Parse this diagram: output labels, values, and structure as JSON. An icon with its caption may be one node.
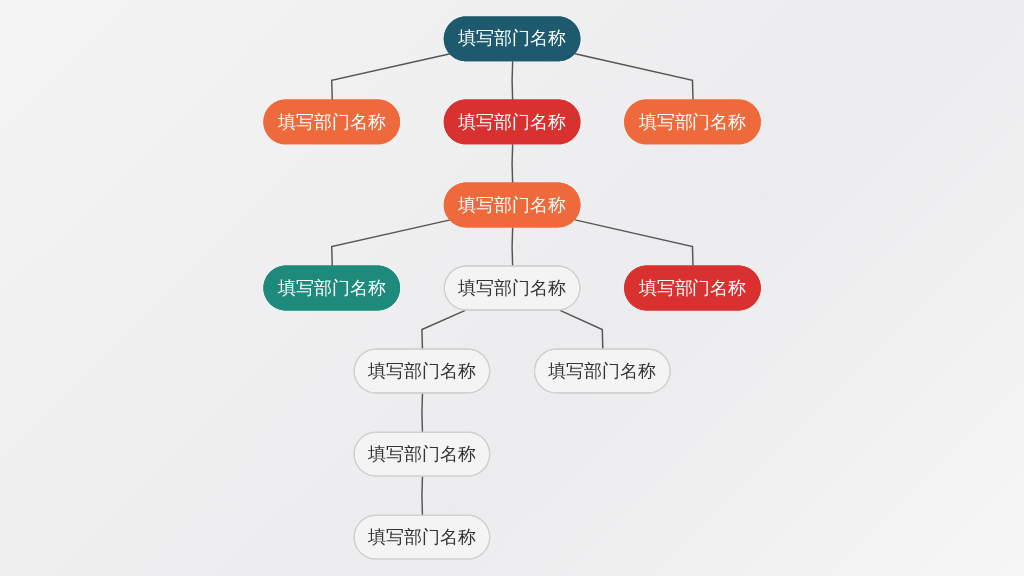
{
  "diagram": {
    "nodes": [
      {
        "text": [
          "填写部门名称"
        ]
      },
      {
        "text": [
          "填写部门名称"
        ]
      },
      {
        "text": [
          "填写部门名称"
        ]
      },
      {
        "text": [
          "填写部门名称"
        ]
      },
      {
        "text": [
          "填写部门名称"
        ]
      },
      {
        "text": [
          "填写部门名称"
        ]
      },
      {
        "text": [
          "填写部门名称"
        ]
      },
      {
        "text": [
          "填写部门名称"
        ]
      },
      {
        "text": [
          "填写部门名称"
        ]
      },
      {
        "text": [
          "填写部门名称"
        ]
      },
      {
        "text": [
          "填写部门名称"
        ]
      },
      {
        "text": [
          "填写部门名称"
        ]
      }
    ],
    "edges": [
      {
        "from": 0,
        "to": 1,
        "arrow": "none"
      },
      {
        "from": 0,
        "to": 2,
        "arrow": "none"
      },
      {
        "from": 0,
        "to": 3,
        "arrow": "none"
      },
      {
        "from": 2,
        "to": 4,
        "arrow": "none"
      },
      {
        "from": 4,
        "to": 5,
        "arrow": "none"
      },
      {
        "from": 4,
        "to": 6,
        "arrow": "none"
      },
      {
        "from": 4,
        "to": 7,
        "arrow": "none"
      },
      {
        "from": 6,
        "to": 8,
        "arrow": "none"
      },
      {
        "from": 6,
        "to": 9,
        "arrow": "none"
      },
      {
        "from": 8,
        "to": 10,
        "arrow": "none"
      },
      {
        "from": 10,
        "to": 11,
        "arrow": "none"
      }
    ]
  }
}
